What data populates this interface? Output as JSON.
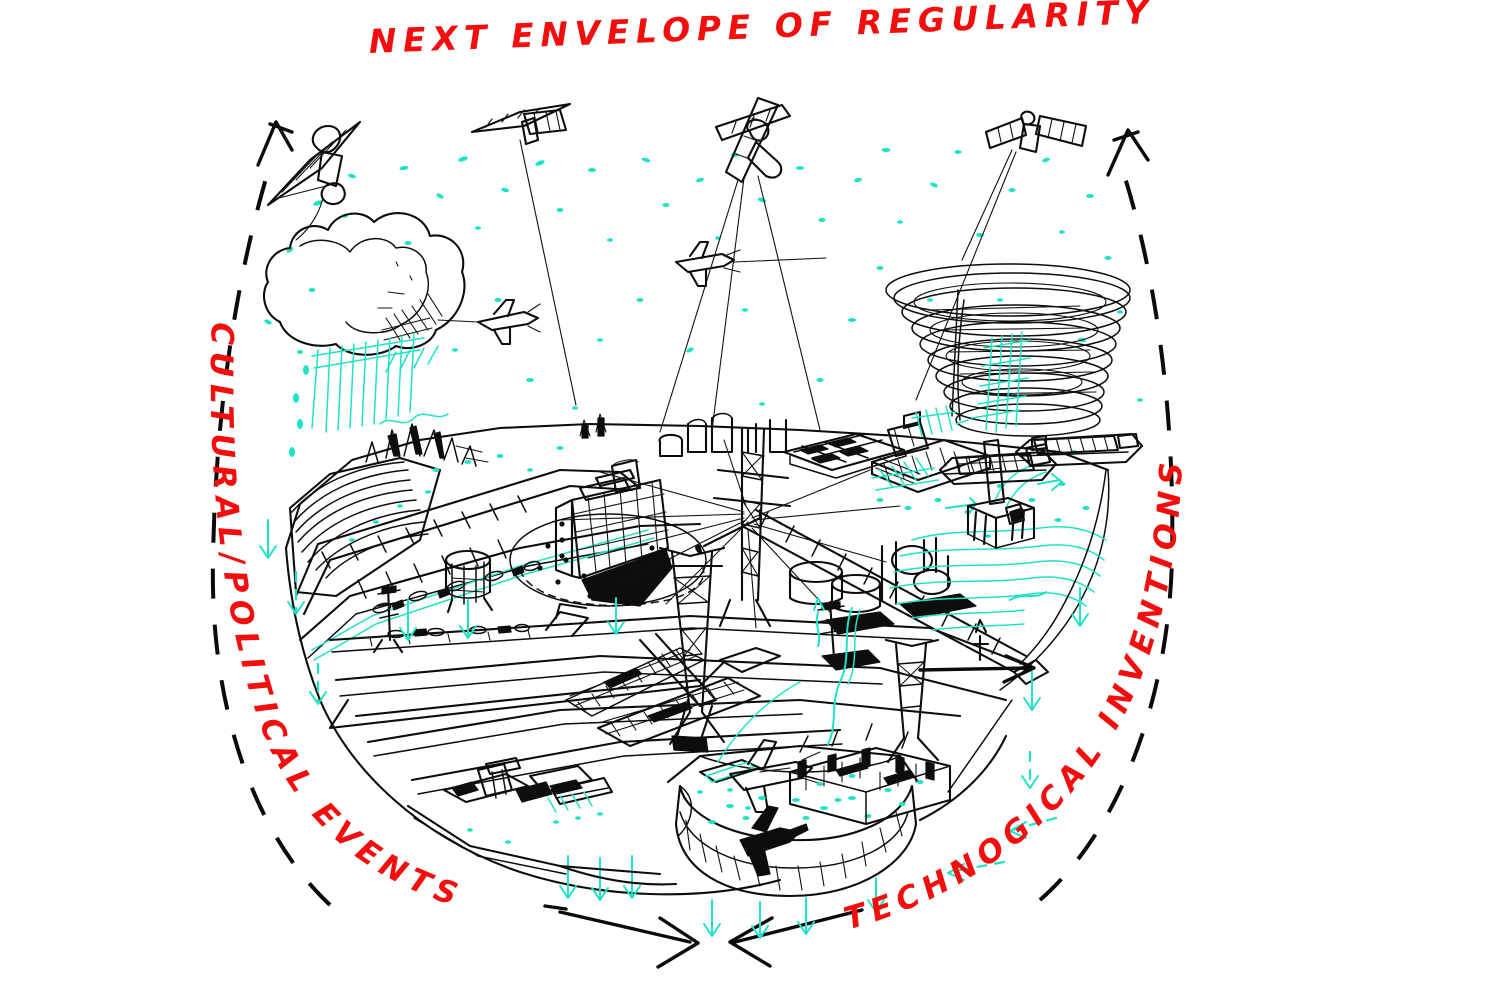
{
  "figure": {
    "title": "NEXT ENVELOPE OF REGULARITY",
    "left_axis_label": "CULTURAL/POLITICAL EVENTS",
    "right_axis_label": "TECHNOGICAL INVENTIONS",
    "medium": "hand-drawn ink sketch",
    "colors": {
      "ink": "#0d0d0d",
      "accent_red": "#f40d0d",
      "accent_aqua": "#1fe3c4",
      "background": "#ffffff"
    }
  },
  "chart_data": {
    "type": "diagram",
    "title": "NEXT ENVELOPE OF REGULARITY",
    "description": "Hand-drawn isometric sketch of a planetary-scale technical landscape enclosed by a dashed arc-shaped envelope. Two dashed driver arrows rise along the left and right flanks; two solid arrows converge at the bottom centre.",
    "axes": [
      {
        "name": "left",
        "label": "CULTURAL/POLITICAL EVENTS",
        "direction": "upward",
        "style": "dashed arc with arrowhead"
      },
      {
        "name": "right",
        "label": "TECHNOGICAL INVENTIONS",
        "direction": "upward",
        "style": "dashed arc with arrowhead"
      }
    ],
    "annotations": [
      {
        "id": "convergence",
        "label": "",
        "style": "two solid arrows converging at bottom centre"
      }
    ],
    "layers": [
      {
        "name": "orbital",
        "elements": [
          "satellite",
          "satellite",
          "satellite",
          "satellite"
        ],
        "count": 4
      },
      {
        "name": "atmospheric",
        "elements": [
          "storm-cloud",
          "rain",
          "hurricane-spiral",
          "airplane",
          "airplane",
          "airplane"
        ]
      },
      {
        "name": "terrestrial",
        "elements": [
          "terraced-hills",
          "highrise-tower",
          "water-tower",
          "transmission-tower",
          "transmission-tower",
          "bridge",
          "highway",
          "rail-viaduct",
          "solar-array",
          "factory",
          "storage-tanks",
          "railyard"
        ]
      },
      {
        "name": "maritime",
        "elements": [
          "container-ship",
          "container-ship",
          "offshore-oil-rig",
          "ocean-current"
        ]
      },
      {
        "name": "aviation",
        "elements": [
          "airport-apron",
          "parked-aircraft",
          "aircraft-on-runway"
        ]
      }
    ],
    "flow_markers": {
      "color": "#1fe3c4",
      "meaning": "downward flux arrows and dotted fields around the envelope perimeter",
      "count": 18
    }
  },
  "icons": {
    "satellite": "satellite-icon",
    "cloud": "cloud-icon",
    "hurricane": "hurricane-icon",
    "airplane": "airplane-icon",
    "ship": "container-ship-icon",
    "oil_rig": "oil-rig-icon",
    "tower": "transmission-tower-icon",
    "arrow_up": "arrow-up-icon",
    "arrow_down": "arrow-down-icon"
  }
}
